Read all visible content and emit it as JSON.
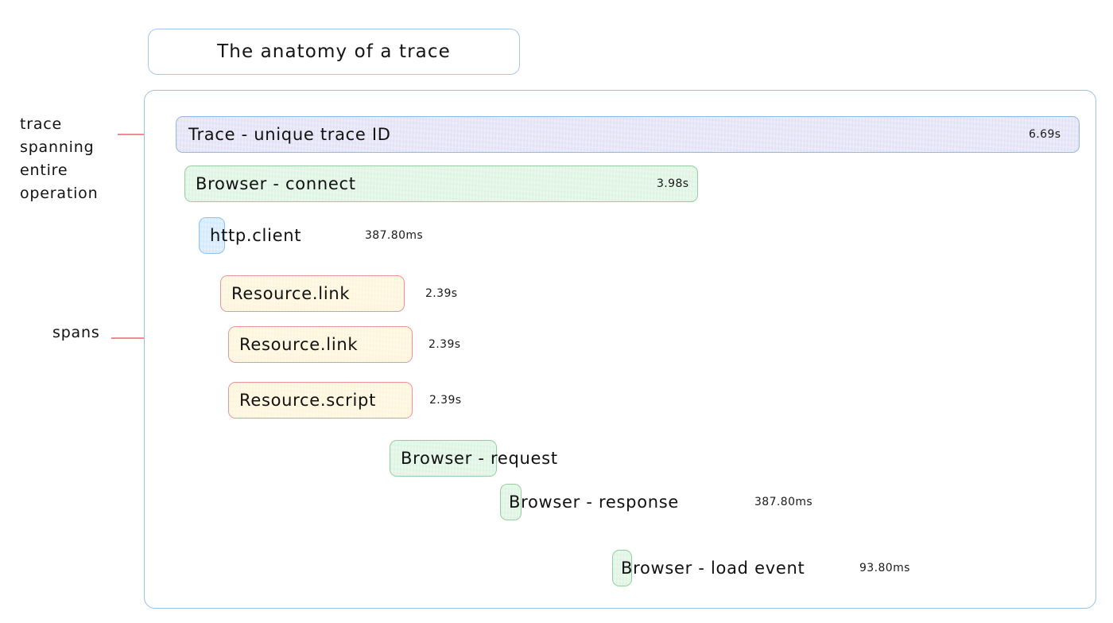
{
  "title": {
    "text": "The anatomy of a trace"
  },
  "annotations": [
    {
      "id": "trace",
      "label": "trace spanning entire operation"
    },
    {
      "id": "spans",
      "label": "spans"
    }
  ],
  "colors": {
    "frame_border": "#9cc0e8",
    "title_border": "#a9c8ea",
    "annotation_line": "#f08a92",
    "trace_fill": "#ddddf4",
    "trace_border": "#93b7e3",
    "green_fill": "#d8f2dd",
    "green_border": "#93cfa3",
    "blue_fill": "#cbe6fb",
    "blue_border": "#8dc2ea",
    "cream_fill": "#fdf3d4",
    "cream_border": "#f0939b"
  },
  "rows": [
    {
      "name": "trace",
      "label": "Trace - unique trace ID",
      "duration": "6.69s",
      "duration_placement": "inside-right",
      "color": "trace"
    },
    {
      "name": "browser-connect",
      "label": "Browser - connect",
      "duration": "3.98s",
      "duration_placement": "inside-right",
      "color": "green"
    },
    {
      "name": "http-client",
      "label": "http.client",
      "duration": "387.80ms",
      "duration_placement": "outside",
      "color": "blue"
    },
    {
      "name": "resource-link-1",
      "label": "Resource.link",
      "duration": "2.39s",
      "duration_placement": "outside",
      "color": "cream"
    },
    {
      "name": "resource-link-2",
      "label": "Resource.link",
      "duration": "2.39s",
      "duration_placement": "outside",
      "color": "cream"
    },
    {
      "name": "resource-script",
      "label": "Resource.script",
      "duration": "2.39s",
      "duration_placement": "outside",
      "color": "cream"
    },
    {
      "name": "browser-request",
      "label": "Browser - request",
      "duration": "",
      "duration_placement": "none",
      "color": "green"
    },
    {
      "name": "browser-response",
      "label": "Browser - response",
      "duration": "387.80ms",
      "duration_placement": "outside",
      "color": "green"
    },
    {
      "name": "browser-load-event",
      "label": "Browser - load event",
      "duration": "93.80ms",
      "duration_placement": "outside",
      "color": "green"
    }
  ]
}
